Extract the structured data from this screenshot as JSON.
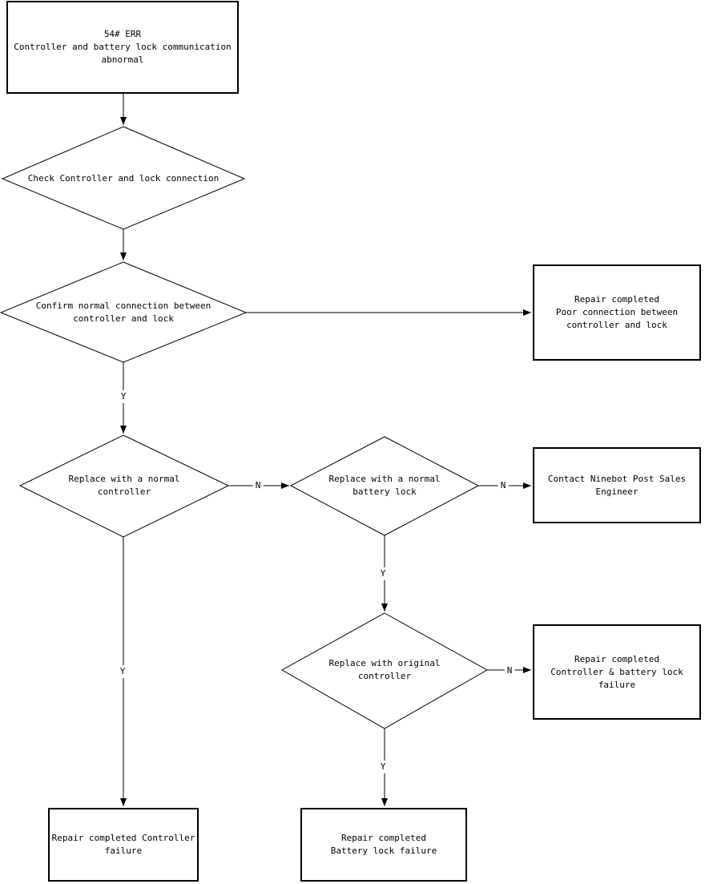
{
  "nodes": {
    "start": {
      "text": "54# ERR\nController and battery lock communication\nabnormal"
    },
    "check_connection": {
      "text": "Check Controller and lock connection"
    },
    "confirm_connection": {
      "text": "Confirm normal connection between\ncontroller and lock"
    },
    "repair_poor_connection": {
      "text": "Repair completed\nPoor connection between\ncontroller and lock"
    },
    "replace_normal_controller": {
      "text": "Replace with a normal\ncontroller"
    },
    "replace_normal_battery_lock": {
      "text": "Replace with a normal\nbattery lock"
    },
    "contact_engineer": {
      "text": "Contact Ninebot Post Sales\nEngineer"
    },
    "replace_original_controller": {
      "text": "Replace with original\ncontroller"
    },
    "repair_controller_battery_lock_failure": {
      "text": "Repair completed\nController & battery lock\nfailure"
    },
    "repair_controller_failure": {
      "text": "Repair completed Controller\nfailure"
    },
    "repair_battery_lock_failure": {
      "text": "Repair completed\nBattery lock failure"
    }
  },
  "edge_labels": {
    "confirm_connection_yes": "Y",
    "replace_controller_no": "N",
    "replace_battery_lock_no": "N",
    "replace_battery_lock_yes": "Y",
    "replace_original_controller_no": "N",
    "replace_original_controller_yes": "Y",
    "replace_controller_yes": "Y"
  },
  "colors": {
    "line": "#000000",
    "background": "#ffffff",
    "text": "#000000"
  }
}
